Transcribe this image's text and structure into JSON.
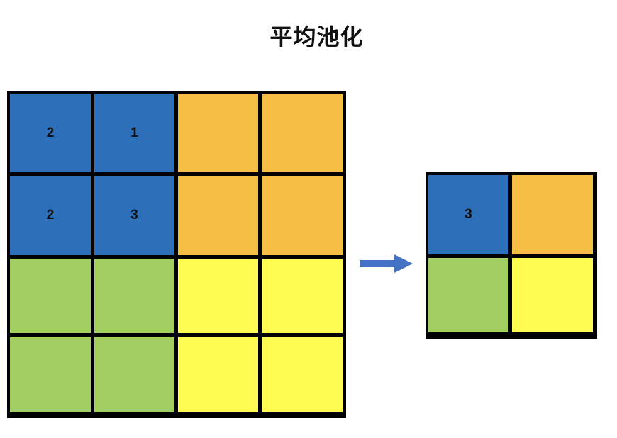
{
  "title": "平均池化",
  "colors": {
    "blue": "#2e6fba",
    "orange": "#f5be44",
    "green": "#a2cd61",
    "yellow": "#fefb52",
    "border": "#000000",
    "arrow": "#4472c4"
  },
  "input_grid": [
    {
      "color": "blue",
      "label": "2"
    },
    {
      "color": "blue",
      "label": "1"
    },
    {
      "color": "orange",
      "label": ""
    },
    {
      "color": "orange",
      "label": ""
    },
    {
      "color": "blue",
      "label": "2"
    },
    {
      "color": "blue",
      "label": "3"
    },
    {
      "color": "orange",
      "label": ""
    },
    {
      "color": "orange",
      "label": ""
    },
    {
      "color": "green",
      "label": ""
    },
    {
      "color": "green",
      "label": ""
    },
    {
      "color": "yellow",
      "label": ""
    },
    {
      "color": "yellow",
      "label": ""
    },
    {
      "color": "green",
      "label": ""
    },
    {
      "color": "green",
      "label": ""
    },
    {
      "color": "yellow",
      "label": ""
    },
    {
      "color": "yellow",
      "label": ""
    }
  ],
  "output_grid": [
    {
      "color": "blue",
      "label": "3"
    },
    {
      "color": "orange",
      "label": ""
    },
    {
      "color": "green",
      "label": ""
    },
    {
      "color": "yellow",
      "label": ""
    }
  ],
  "arrow_icon": "right-arrow-icon"
}
